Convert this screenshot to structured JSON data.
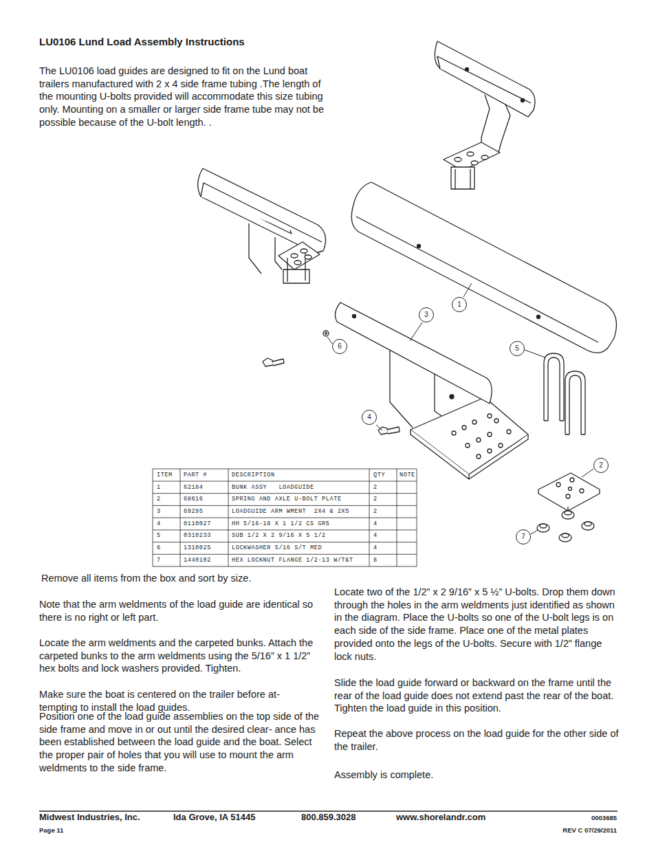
{
  "diagram": {
    "title": "LU0106 Lund Load Assembly Instructions",
    "nodes": [
      {
        "text": [
          "1"
        ]
      },
      {
        "text": [
          "3"
        ]
      },
      {
        "text": [
          "6"
        ]
      },
      {
        "text": [
          "5"
        ]
      },
      {
        "text": [
          "4"
        ]
      },
      {
        "text": [
          "2"
        ]
      },
      {
        "text": [
          "7"
        ]
      }
    ],
    "labels": [
      "The LU0106 load guides are designed to fit on the Lund boat trailers manufactured with 2 x 4 side frame tubing .The length of the mounting U-bolts provided will accommodate this size tubing only. Mounting on a smaller or larger side frame tube may not be possible because of the U-bolt length. .",
      "ITEM",
      "PART #",
      "DESCRIPTION",
      "QTY",
      "NOTE",
      "1",
      "62184",
      "BUNK ASSY   LOADGUIDE",
      "2",
      "2",
      "68616",
      "SPRING AND AXLE U-BOLT PLATE",
      "2",
      "3",
      "69295",
      "LOADGUIDE ARM WMENT  2X4 & 2X5",
      "2",
      "4",
      "0110027",
      "HH 5/16-18 X 1 1/2 CS GR5",
      "4",
      "5",
      "0310233",
      "SUB 1/2 X 2 9/16 X 5 1/2",
      "4",
      "6",
      "1310025",
      "LOCKWASHER 5/16 S/T MED",
      "4",
      "7",
      "1440102",
      "HEX LOCKNUT FLANGE 1/2-13 W/T&T",
      "8",
      "Remove all items from the box and sort by size.",
      "Note that the arm weldments of the load guide are identical so there is no right or left part.",
      "Locate the arm weldments and the carpeted bunks. Attach the carpeted bunks to the arm weldments using the 5/16” x 1 1/2” hex bolts and  lock washers provided. Tighten.",
      "Make sure the boat is centered on the trailer before at- tempting to install the load guides.",
      "Position one of the load guide assemblies on the top side of the side frame and move in or out until the desired clear- ance has been established between the load guide and the boat. Select the proper pair of holes that you will use to mount the arm weldments to the side frame.",
      "Locate two of the 1/2” x 2 9/16” x 5 ½” U-bolts. Drop them down through the holes in the arm weldments just identified as shown in the diagram. Place the U-bolts so one of the U-bolt legs is on each side of the side frame.  Place one of the metal plates provided onto the legs of the U-bolts. Secure with 1/2” flange lock nuts.",
      "Slide the load guide forward or backward on the frame until the rear of the load guide does not extend past the rear of the boat. Tighten the load guide in this position.",
      "Repeat the above process on the load guide for the other side of the trailer.",
      "Assembly is complete.",
      "Midwest Industries, Inc.",
      "Ida Grove, IA  51445",
      "800.859.3028",
      "www.shorelandr.com",
      "0003685",
      "Page 11",
      "REV C  07/29/2011"
    ]
  }
}
